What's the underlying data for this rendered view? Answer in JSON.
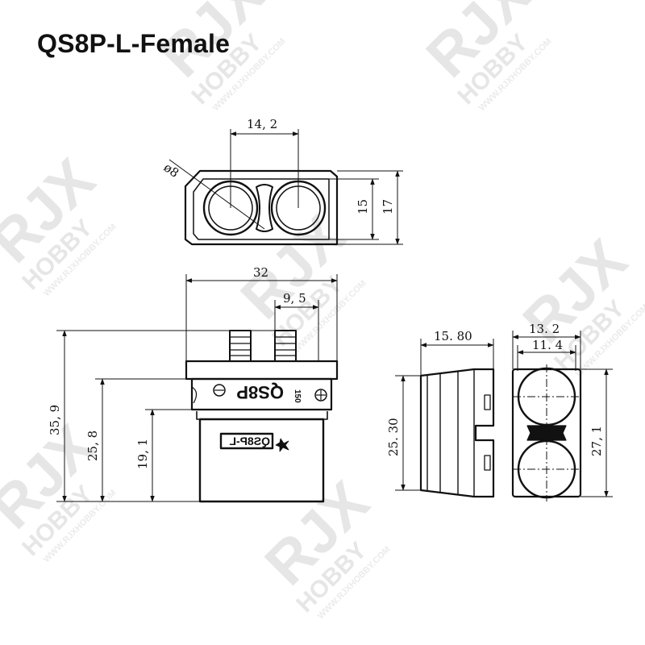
{
  "title": "QS8P-L-Female",
  "watermark": {
    "brand": "RJX",
    "word": "HOBBY",
    "site": "WWW.RJXHOBBY.COM",
    "color": "#e6e6e6"
  },
  "product_markings": {
    "top_marking": "QS8P",
    "front_marking": "QS8P-L",
    "side_text": "150"
  },
  "top_view": {
    "pitch": "14, 2",
    "diameter": "ø8",
    "inner_height": "15",
    "outer_height": "17"
  },
  "front_view": {
    "width": "32",
    "pin_offset": "9, 5",
    "total_height": "35, 9",
    "body_height": "25, 8",
    "lower_height": "19, 1"
  },
  "side_view": {
    "depth": "15. 80",
    "height": "25. 30"
  },
  "end_view": {
    "outer_width": "13. 2",
    "inner_width": "11. 4",
    "height": "27, 1"
  }
}
